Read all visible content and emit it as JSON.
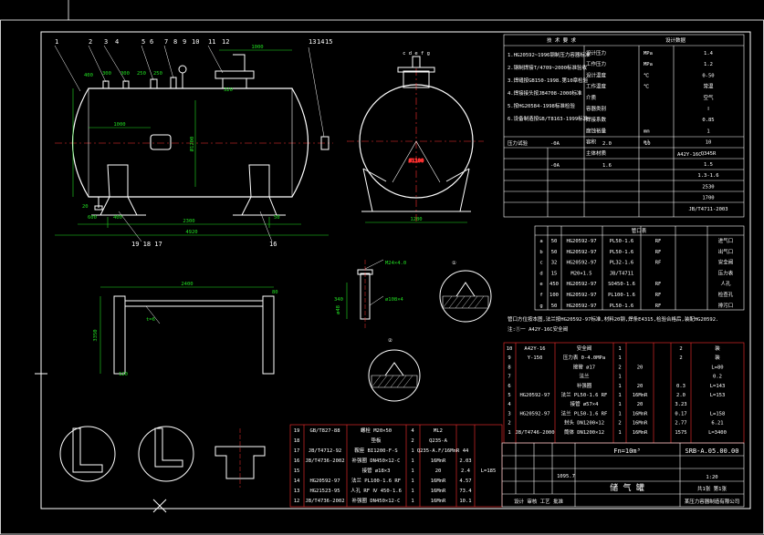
{
  "colors": {
    "background": "#000000",
    "frame": "#ffffff",
    "outline": "#ffffff",
    "centerline": "#ff3030",
    "dimension": "#22e022",
    "table_line": "#ff3030",
    "table_text": "#ffffff",
    "hatch": "#ffffff"
  },
  "part_balloons": [
    "1",
    "2",
    "3",
    "4",
    "5",
    "6",
    "7",
    "8",
    "9",
    "10",
    "11",
    "12",
    "13",
    "14",
    "15"
  ],
  "bottom_callout_left": "19 18 17",
  "bottom_callout_right": "16",
  "dims": {
    "top_span": "1000",
    "overall_length": "4920",
    "tangent_length": "3350",
    "support_spacing": "2300",
    "diameter": "Ø1200",
    "inner_diameter": "Ø1100",
    "left_offset": "1000",
    "support_width": "1280",
    "support_base_len": "2400",
    "small_dims": [
      "400",
      "300",
      "300",
      "250",
      "250",
      "600",
      "400",
      "20",
      "50",
      "320",
      "340",
      "120",
      "80"
    ]
  },
  "nozzle_labels": "c d e f g",
  "sketch_labels": {
    "s1": "M24×4.0",
    "s2": "ø108×4",
    "s3": "ø48",
    "s4": "t=6",
    "weld_a": "①",
    "weld_b": "②"
  },
  "tech_req_title": "技 术 要 求",
  "tech_req_lines": [
    "1.HG20592~1996钢制压力容器标准",
    "2.钢制焊接T/4709~2000标准验收",
    "3.焊缝按GB150-1998.第10章检验",
    "4.焊接接头按JB4708-2000标准",
    "5.按HG20584-1998标准检验",
    "6.设备制造按GB/T8163-1999标准"
  ],
  "design_table": {
    "header": "设计数据",
    "rows": [
      [
        "设计压力",
        "MPa",
        "1.4"
      ],
      [
        "工作压力",
        "MPa",
        "1.2"
      ],
      [
        "设计温度",
        "℃",
        "0-50"
      ],
      [
        "工作温度",
        "℃",
        "常温"
      ],
      [
        "介质",
        "",
        "空气"
      ],
      [
        "容器类别",
        "",
        "Ⅰ"
      ],
      [
        "焊接系数",
        "",
        "0.85"
      ],
      [
        "腐蚀裕量",
        "mm",
        "1"
      ],
      [
        "容积",
        "m³",
        "10"
      ],
      [
        "主体材质",
        "",
        "Q345R"
      ],
      [
        "",
        "",
        "1.5"
      ],
      [
        "",
        "",
        "1.3-1.6"
      ],
      [
        "",
        "",
        "2530"
      ],
      [
        "",
        "",
        "1700"
      ],
      [
        "",
        "",
        "JB/T4711-2003"
      ]
    ],
    "mid_labels": [
      "压力试验",
      "-0A",
      "2.0",
      "10",
      "A42Y-16C",
      "-0A",
      "1.6"
    ]
  },
  "nozzle_table": {
    "header": "管口表",
    "rows": [
      [
        "a",
        "50",
        "HG20592-97",
        "PL50-1.6",
        "RF",
        "进气口"
      ],
      [
        "b",
        "50",
        "HG20592-97",
        "PL50-1.6",
        "RF",
        "出气口"
      ],
      [
        "c",
        "32",
        "HG20592-97",
        "PL32-1.6",
        "RF",
        "安全阀"
      ],
      [
        "d",
        "15",
        "M20×1.5",
        "JB/T4711",
        "",
        "压力表"
      ],
      [
        "e",
        "450",
        "HG20592-97",
        "SO450-1.6",
        "RF",
        "人孔"
      ],
      [
        "f",
        "100",
        "HG20592-97",
        "PL100-1.6",
        "RF",
        "检查孔"
      ],
      [
        "g",
        "50",
        "HG20592-97",
        "PL50-1.6",
        "RF",
        "排污口"
      ]
    ]
  },
  "notes_under_nozzle": [
    "管口方位按本图,法兰按HG20592-97标准,材料20钢,焊条E4315,检验合格后,装配HG20592.",
    "注:①一 A42Y-16C安全阀"
  ],
  "parts_list": {
    "rows": [
      [
        "10",
        "A42Y-16",
        "安全阀",
        "1",
        "",
        "2",
        "装"
      ],
      [
        "9",
        "Y-150",
        "压力表 0-4.0MPa",
        "1",
        "",
        "2",
        "装"
      ],
      [
        "8",
        "",
        "接管 ø17",
        "2",
        "20",
        "",
        "L=80"
      ],
      [
        "7",
        "",
        "法兰",
        "1",
        "",
        "",
        "0.2"
      ],
      [
        "6",
        "",
        "补强圈",
        "1",
        "20",
        "0.3",
        "L=143"
      ],
      [
        "5",
        "HG20592-97",
        "法兰 PL50-1.6 RF",
        "1",
        "16MnR",
        "2.0",
        "L=153"
      ],
      [
        "4",
        "",
        "接管 ø57×4",
        "1",
        "20",
        "3.23",
        ""
      ],
      [
        "3",
        "HG20592-97",
        "法兰 PL50-1.6 RF",
        "1",
        "16MnR",
        "0.17",
        "L=158"
      ],
      [
        "2",
        "",
        "封头 DN1200×12",
        "2",
        "16MnR",
        "2.77",
        "6.21"
      ],
      [
        "1",
        "JB/T4746-2000",
        "筒体 DN1200×12",
        "1",
        "16MnR",
        "1575",
        "L=3400"
      ]
    ],
    "header": [
      "序号",
      "代 号",
      "名 称",
      "数量",
      "材 料",
      "单重",
      "备注"
    ]
  },
  "lower_parts": {
    "rows": [
      [
        "19",
        "GB/T827-88",
        "螺栓 M20×50",
        "4",
        "ML2",
        "",
        ""
      ],
      [
        "18",
        "",
        "垫板",
        "2",
        "Q235-A",
        "",
        ""
      ],
      [
        "17",
        "JB/T4712-92",
        "鞍座 BI1200-F-S",
        "1",
        "Q235-A.F/16MnR",
        "44",
        ""
      ],
      [
        "16",
        "JB/T4736-2002",
        "补强圈 DN450×12-C",
        "1",
        "16MnR",
        "2.03",
        ""
      ],
      [
        "15",
        "",
        "接管 ø18×3",
        "1",
        "20",
        "2.4",
        "L=185"
      ],
      [
        "14",
        "HG20592-97",
        "法兰 PL100-1.6 RF",
        "1",
        "16MnR",
        "4.57",
        ""
      ],
      [
        "13",
        "HG21523-95",
        "人孔 RF Ⅳ 450-1.6",
        "1",
        "16MnR",
        "73.4",
        ""
      ],
      [
        "12",
        "JB/T4736-2002",
        "补强圈 DN450×12-C",
        "1",
        "16MnR",
        "10.1",
        ""
      ]
    ]
  },
  "title_block": {
    "volume": "Fn=10m³",
    "drawing_no": "SRB-A.05.00.00",
    "name": "储 气 罐",
    "scale": "1:20",
    "sheet": "共1张 第1张",
    "approval": "设计 审核 工艺 批准",
    "company": "某压力容器制造有限公司",
    "mass": "1095.7"
  }
}
